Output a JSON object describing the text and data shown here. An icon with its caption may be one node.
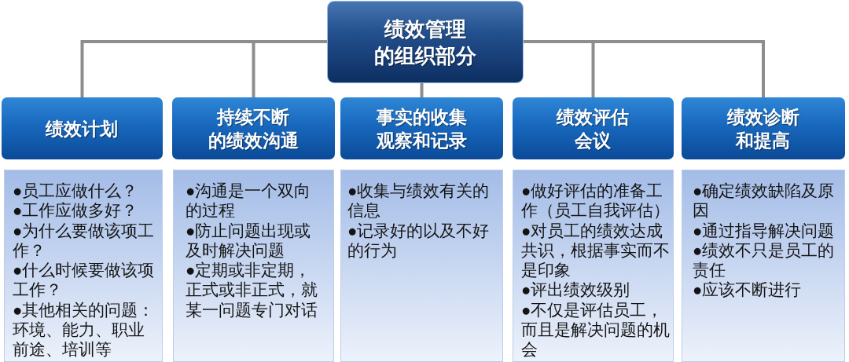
{
  "diagram": {
    "nodes": [
      {
        "text": [
          "绩效管理的组织部分"
        ]
      },
      {
        "text": [
          "绩效计划"
        ]
      },
      {
        "text": [
          "持续不断的绩效沟通"
        ]
      },
      {
        "text": [
          "事实的收集观察和记录"
        ]
      },
      {
        "text": [
          "绩效评估会议"
        ]
      },
      {
        "text": [
          "绩效诊断和提高"
        ]
      },
      {
        "text": [
          "●员工应做什么？",
          "●工作应做多好？",
          "●为什么要做该项工作？",
          "●什么时候要做该项工作？",
          "●其他相关的问题：环境、能力、职业前途、培训等"
        ]
      },
      {
        "text": [
          "●沟通是一个双向的过程",
          "●防止问题出现或及时解决问题",
          "●定期或非定期，正式或非正式，就某一问题专门对话"
        ]
      },
      {
        "text": [
          "●收集与绩效有关的信息",
          "●记录好的以及不好的行为"
        ]
      },
      {
        "text": [
          "●做好评估的准备工作（员工自我评估）",
          "●对员工的绩效达成共识，根据事实而不是印象",
          "●评出绩效级别",
          "●不仅是评估员工，而且是解决问题的机会"
        ]
      },
      {
        "text": [
          "●确定绩效缺陷及原因",
          "●通过指导解决问题",
          "●绩效不只是员工的责任",
          "●应该不断进行"
        ]
      }
    ],
    "edges": [
      {
        "from": 0,
        "to": 1,
        "arrow": "none"
      },
      {
        "from": 0,
        "to": 2,
        "arrow": "none"
      },
      {
        "from": 0,
        "to": 3,
        "arrow": "none"
      },
      {
        "from": 0,
        "to": 4,
        "arrow": "none"
      },
      {
        "from": 0,
        "to": 5,
        "arrow": "none"
      }
    ]
  }
}
